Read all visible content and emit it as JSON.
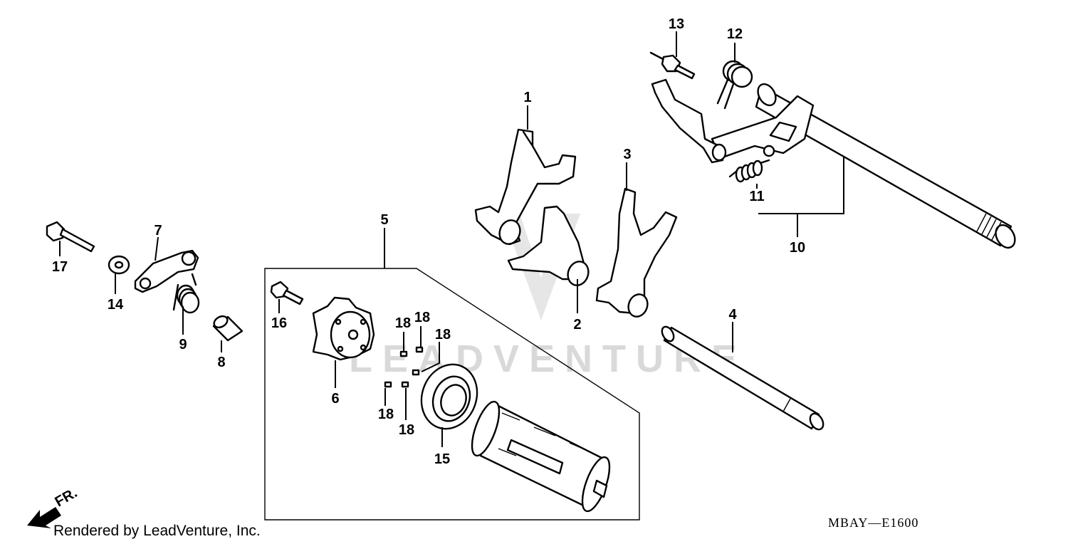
{
  "watermark": {
    "text": "LEADVENTURE"
  },
  "footer": {
    "credit": "Rendered by LeadVenture, Inc.",
    "diagram_code": "MBAY—E1600",
    "direction_label": "FR."
  },
  "callouts": {
    "c1": "1",
    "c2": "2",
    "c3": "3",
    "c4": "4",
    "c5": "5",
    "c6": "6",
    "c7": "7",
    "c8": "8",
    "c9": "9",
    "c10": "10",
    "c11": "11",
    "c12": "12",
    "c13": "13",
    "c14": "14",
    "c15": "15",
    "c16": "16",
    "c17": "17",
    "c18a": "18",
    "c18b": "18",
    "c18c": "18",
    "c18d": "18",
    "c18e": "18"
  },
  "colors": {
    "line": "#000000",
    "background": "#ffffff",
    "watermark": "#d9d9d9"
  }
}
